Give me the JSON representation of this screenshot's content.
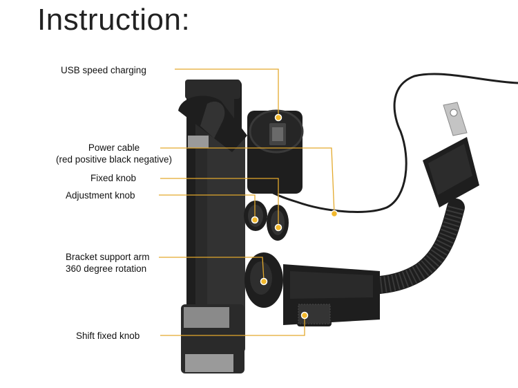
{
  "title": "Instruction:",
  "labels": {
    "usb": "USB speed charging",
    "power_line1": "Power cable",
    "power_line2": "(red positive black negative)",
    "fixed": "Fixed knob",
    "adjust": "Adjustment knob",
    "arm_line1": "Bracket support arm",
    "arm_line2": "360 degree rotation",
    "shift": "Shift fixed knob"
  },
  "colors": {
    "leader": "#e3a92c",
    "dot_fill": "#f2b82c",
    "device": "#1e1e1e",
    "device_mid": "#3a3a3a",
    "device_light": "#5a5a5a",
    "clamp_gray": "#9a9a9a",
    "metal": "#c4c4c4"
  }
}
